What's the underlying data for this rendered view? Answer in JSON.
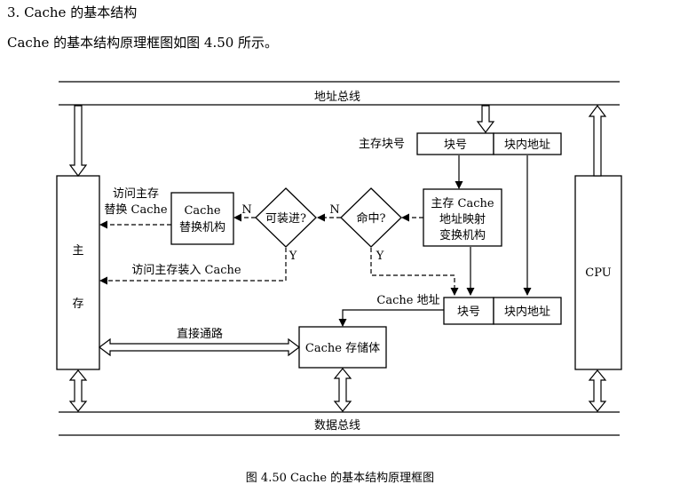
{
  "section_heading": "3. Cache 的基本结构",
  "intro_text": "Cache 的基本结构原理框图如图 4.50 所示。",
  "figure_caption": "图 4.50    Cache 的基本结构原理框图",
  "diagram": {
    "address_bus": "地址总线",
    "data_bus": "数据总线",
    "main_memory_1": "主",
    "main_memory_2": "存",
    "cpu": "CPU",
    "main_mem_block_no_label": "主存块号",
    "block_no": "块号",
    "block_offset": "块内地址",
    "mapping_line1": "主存 Cache",
    "mapping_line2": "地址映射",
    "mapping_line3": "变换机构",
    "hit_question": "命中?",
    "can_load_question": "可装进?",
    "replace_line1": "Cache",
    "replace_line2": "替换机构",
    "access_replace_line1": "访问主存",
    "access_replace_line2": "替换 Cache",
    "access_load": "访问主存装入 Cache",
    "cache_address_label": "Cache 地址",
    "cache_block_no": "块号",
    "cache_block_offset": "块内地址",
    "direct_path": "直接通路",
    "cache_storage": "Cache 存储体",
    "n1": "N",
    "n2": "N",
    "y1": "Y",
    "y2": "Y"
  }
}
